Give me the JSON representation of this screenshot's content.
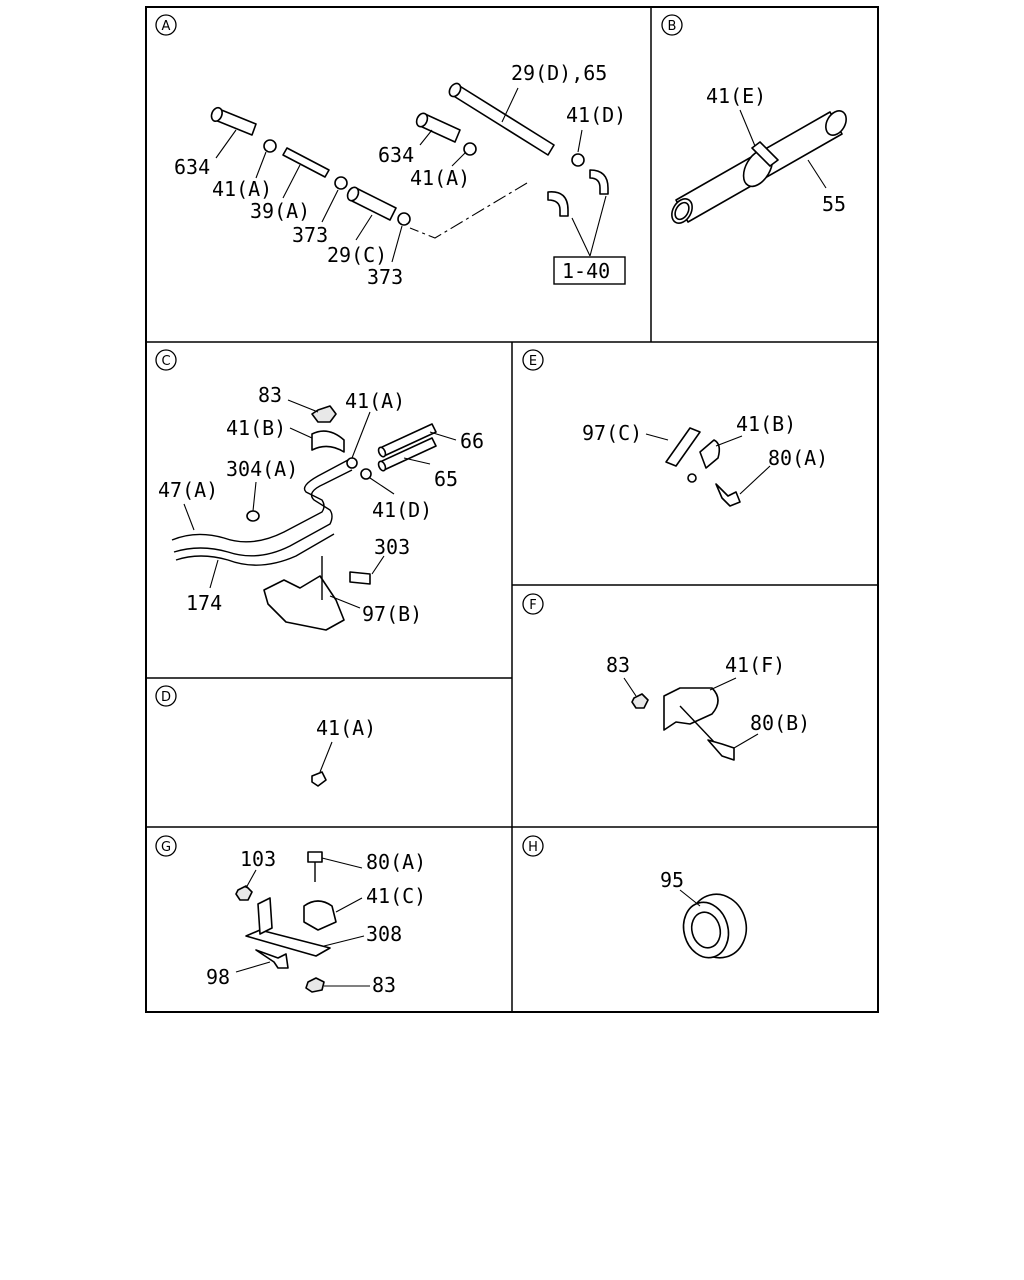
{
  "sections": [
    {
      "id": "A",
      "labels": [
        "29(D),65",
        "41(D)",
        "634",
        "41(A)",
        "39(A)",
        "373",
        "29(C)",
        "373",
        "634",
        "41(A)"
      ],
      "reference": "1-40"
    },
    {
      "id": "B",
      "labels": [
        "41(E)",
        "55"
      ]
    },
    {
      "id": "C",
      "labels": [
        "83",
        "41(A)",
        "41(B)",
        "66",
        "304(A)",
        "65",
        "47(A)",
        "41(D)",
        "303",
        "174",
        "97(B)"
      ]
    },
    {
      "id": "D",
      "labels": [
        "41(A)"
      ]
    },
    {
      "id": "E",
      "labels": [
        "97(C)",
        "41(B)",
        "80(A)"
      ]
    },
    {
      "id": "F",
      "labels": [
        "83",
        "41(F)",
        "80(B)"
      ]
    },
    {
      "id": "G",
      "labels": [
        "103",
        "80(A)",
        "41(C)",
        "308",
        "98",
        "83"
      ]
    },
    {
      "id": "H",
      "labels": [
        "95"
      ]
    }
  ]
}
